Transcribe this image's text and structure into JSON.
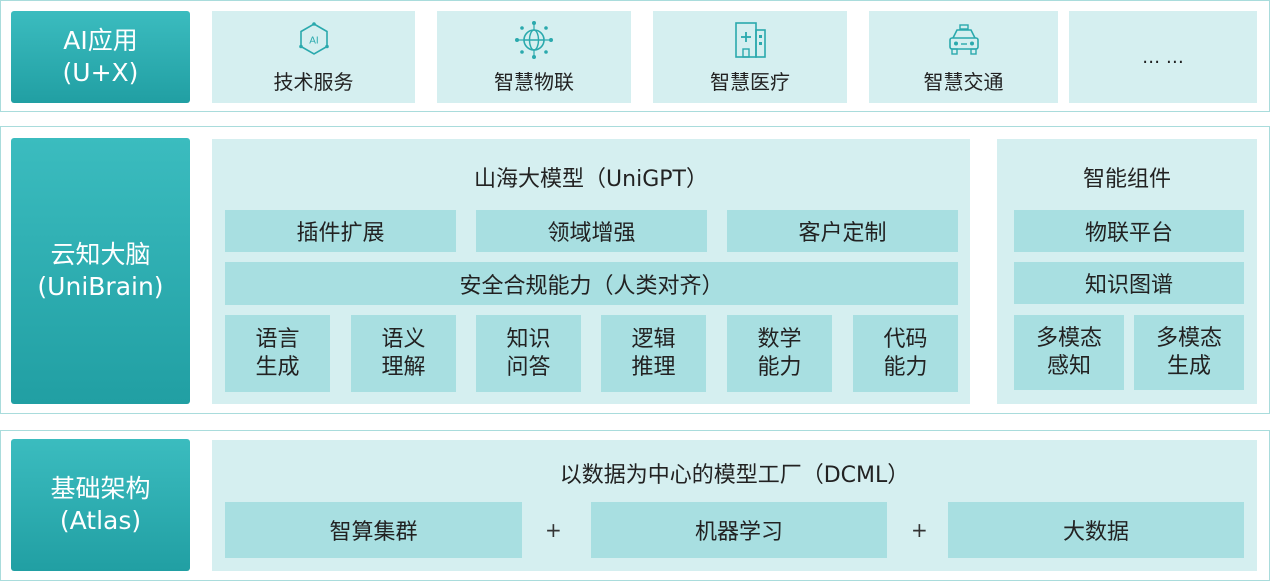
{
  "app_layer": {
    "title": "AI应用",
    "subtitle": "(U+X)",
    "cards": [
      {
        "label": "技术服务",
        "icon": "ai-chip-icon"
      },
      {
        "label": "智慧物联",
        "icon": "globe-network-icon"
      },
      {
        "label": "智慧医疗",
        "icon": "hospital-icon"
      },
      {
        "label": "智慧交通",
        "icon": "car-icon"
      }
    ],
    "ellipsis": "… …"
  },
  "brain_layer": {
    "title": "云知大脑",
    "subtitle": "(UniBrain)",
    "unigpt": {
      "title": "山海大模型（UniGPT）",
      "row1": [
        "插件扩展",
        "领域增强",
        "客户定制"
      ],
      "alignment": "安全合规能力（人类对齐）",
      "abilities": [
        [
          "语言",
          "生成"
        ],
        [
          "语义",
          "理解"
        ],
        [
          "知识",
          "问答"
        ],
        [
          "逻辑",
          "推理"
        ],
        [
          "数学",
          "能力"
        ],
        [
          "代码",
          "能力"
        ]
      ]
    },
    "components": {
      "title": "智能组件",
      "items": [
        "物联平台",
        "知识图谱"
      ],
      "multimodal": [
        [
          "多模态",
          "感知"
        ],
        [
          "多模态",
          "生成"
        ]
      ]
    }
  },
  "infra_layer": {
    "title": "基础架构",
    "subtitle": "(Atlas)",
    "dcml_title": "以数据为中心的模型工厂（DCML）",
    "items": [
      "智算集群",
      "机器学习",
      "大数据"
    ],
    "plus": "+"
  },
  "colors": {
    "label_bg": "#2aa9ad",
    "panel_bg": "#d5eff0",
    "box_bg": "#a8dfe1",
    "icon_stroke": "#2aa9ad"
  }
}
